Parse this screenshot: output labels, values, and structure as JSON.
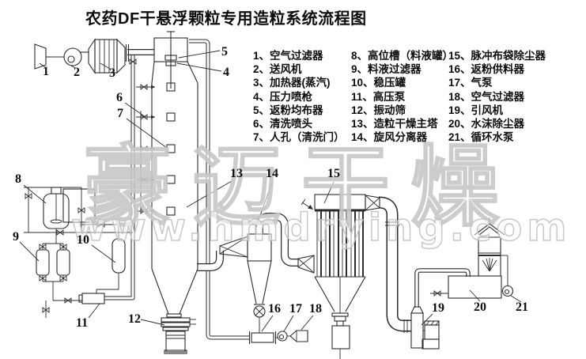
{
  "title": "农药DF干悬浮颗粒专用造粒系统流程图",
  "watermark": {
    "brand_text": "豪迈干燥",
    "url_text": "www.hmdrying.com"
  },
  "legend": {
    "col1": [
      "1、空气过滤器",
      "2、送风机",
      "3、加热器(蒸汽)",
      "4、压力喷枪",
      "5、返粉均布器",
      "6、清洗喷头",
      "7、人孔（清洗门）"
    ],
    "col2": [
      "8、高位槽（料液罐）",
      "9、料液过滤器",
      "10、稳压罐",
      "11、高压泵",
      "12、振动筛",
      "13、造粒干燥主塔",
      "14、旋风分离器"
    ],
    "col3": [
      "15、脉冲布袋除尘器",
      "16、返粉供料器",
      "17、气泵",
      "18、空气过滤器",
      "19、引风机",
      "20、水沫除尘器",
      "21、循环水泵"
    ]
  },
  "part_numbers": {
    "n1": "1",
    "n2": "2",
    "n3": "3",
    "n4": "4",
    "n5": "5",
    "n6": "6",
    "n7": "7",
    "n8": "8",
    "n9": "9",
    "n10": "10",
    "n11": "11",
    "n12": "12",
    "n13": "13",
    "n14": "14",
    "n15": "15",
    "n16": "16",
    "n17": "17",
    "n18": "18",
    "n19": "19",
    "n20": "20",
    "n21": "21"
  }
}
